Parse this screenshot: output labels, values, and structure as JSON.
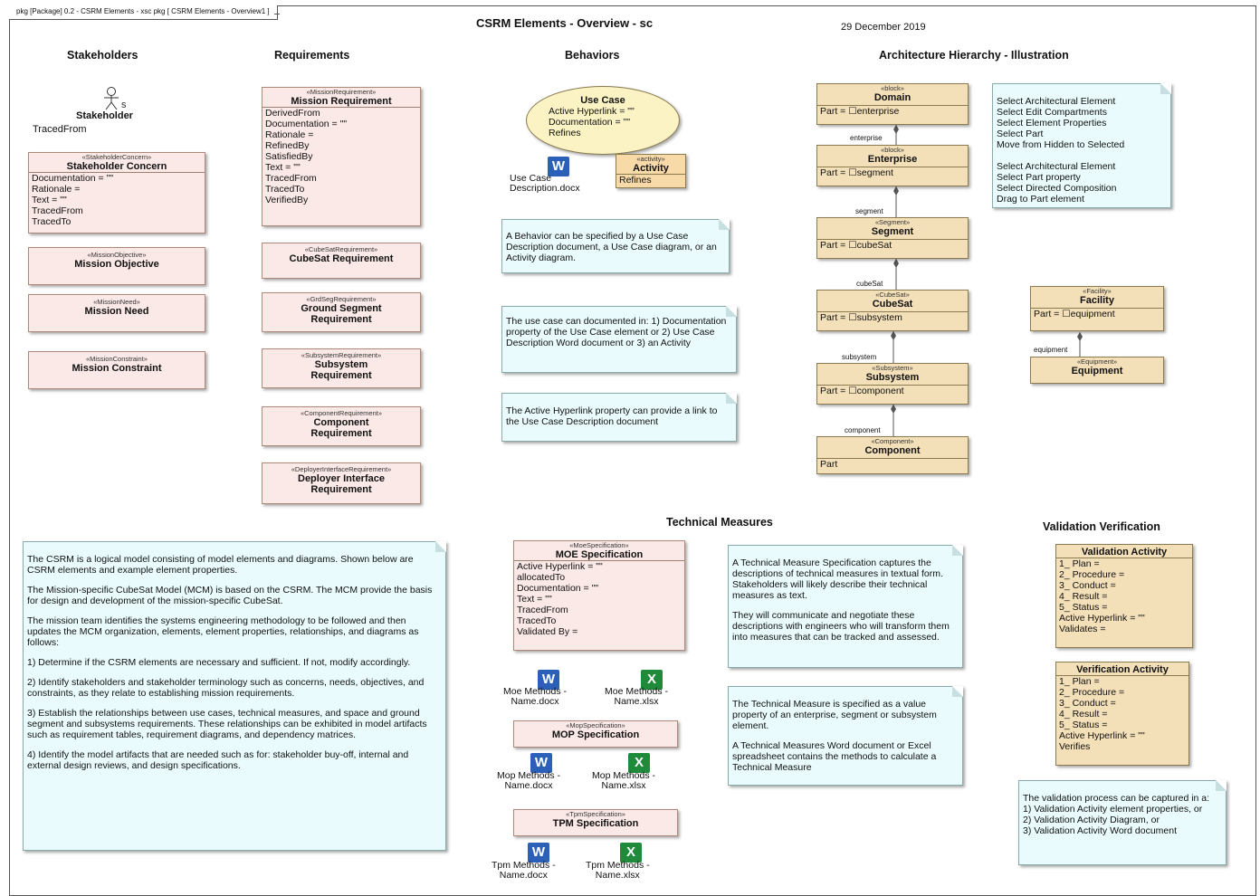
{
  "frame_tab": "pkg [Package] 0.2 - CSRM Elements - xsc pkg [ CSRM Elements - Overview1 ]",
  "title": "CSRM Elements - Overview - sc",
  "date": "29 December 2019",
  "columns": {
    "stakeholders": "Stakeholders",
    "requirements": "Requirements",
    "behaviors": "Behaviors",
    "architecture": "Architecture Hierarchy - Illustration",
    "technical_measures": "Technical Measures",
    "validation": "Validation Verification"
  },
  "stakeholder": {
    "name": "Stakeholder",
    "traced": "TracedFrom"
  },
  "stakeholder_concern": {
    "stereotype": "«StakeholderConcern»",
    "name": "Stakeholder Concern",
    "props": [
      "Documentation = \"\"",
      "Rationale =",
      "Text = \"\"",
      "TracedFrom",
      "TracedTo"
    ]
  },
  "mission_objective": {
    "stereotype": "«MissionObjective»",
    "name": "Mission Objective"
  },
  "mission_need": {
    "stereotype": "«MissionNeed»",
    "name": "Mission Need"
  },
  "mission_constraint": {
    "stereotype": "«MissionConstraint»",
    "name": "Mission Constraint"
  },
  "mission_requirement": {
    "stereotype": "«MissionRequirement»",
    "name": "Mission Requirement",
    "props": [
      "DerivedFrom",
      "Documentation = \"\"",
      "Rationale =",
      "RefinedBy",
      "SatisfiedBy",
      "Text = \"\"",
      "TracedFrom",
      "TracedTo",
      "VerifiedBy"
    ]
  },
  "cubesat_requirement": {
    "stereotype": "«CubeSatRequirement»",
    "name": "CubeSat Requirement"
  },
  "ground_segment_requirement": {
    "stereotype": "«GrdSegRequirement»",
    "name1": "Ground Segment",
    "name2": "Requirement"
  },
  "subsystem_requirement": {
    "stereotype": "«SubsystemRequirement»",
    "name1": "Subsystem",
    "name2": "Requirement"
  },
  "component_requirement": {
    "stereotype": "«ComponentRequirement»",
    "name1": "Component",
    "name2": "Requirement"
  },
  "deployer_requirement": {
    "stereotype": "«DeployerInterfaceRequirement»",
    "name1": "Deployer Interface",
    "name2": "Requirement"
  },
  "use_case": {
    "name": "Use Case",
    "props": [
      "Active Hyperlink = \"\"",
      "Documentation = \"\"",
      "Refines"
    ]
  },
  "use_case_doc": {
    "line1": "Use Case",
    "line2": "Description.docx"
  },
  "activity": {
    "stereotype": "«activity»",
    "name": "Activity",
    "prop": "Refines"
  },
  "behavior_notes": [
    "A Behavior can be specified by a Use Case Description document, a Use Case diagram, or an Activity diagram.",
    "The use case can documented in: 1) Documentation property of the Use Case element or 2) Use Case Description Word document or 3) an Activity",
    "The Active Hyperlink property can provide a link to the Use Case Description document"
  ],
  "arch": {
    "domain": {
      "stereotype": "«block»",
      "name": "Domain",
      "part": "Part = ☐enterprise"
    },
    "enterprise": {
      "stereotype": "«block»",
      "name": "Enterprise",
      "part": "Part = ☐segment"
    },
    "segment": {
      "stereotype": "«Segment»",
      "name": "Segment",
      "part": "Part = ☐cubeSat"
    },
    "cubesat": {
      "stereotype": "«CubeSat»",
      "name": "CubeSat",
      "part": "Part = ☐subsystem"
    },
    "subsystem": {
      "stereotype": "«Subsystem»",
      "name": "Subsystem",
      "part": "Part = ☐component"
    },
    "component": {
      "stereotype": "«Component»",
      "name": "Component",
      "part": "Part"
    },
    "facility": {
      "stereotype": "«Facility»",
      "name": "Facility",
      "part": "Part = ☐equipment"
    },
    "equipment": {
      "stereotype": "«Equipment»",
      "name": "Equipment"
    },
    "connectors": {
      "enterprise": "enterprise",
      "segment": "segment",
      "cubesat": "cubeSat",
      "subsystem": "subsystem",
      "component": "component",
      "equipment": "equipment"
    }
  },
  "arch_instructions": [
    "Select Architectural Element",
    "Select Edit Compartments",
    "Select Element Properties",
    "Select Part",
    "Move from Hidden to Selected",
    "",
    "Select Architectural Element",
    "Select Part property",
    "Select Directed Composition",
    "Drag to Part element"
  ],
  "csrm_note": [
    "The CSRM is a logical model consisting of model elements and diagrams.  Shown below are CSRM elements and example element properties.",
    "The Mission-specific CubeSat Model (MCM) is based on the CSRM.  The MCM provide the basis for design and development of the mission-specific CubeSat.",
    "The mission team identifies the systems engineering methodology to be followed and then updates the MCM organization, elements, element properties, relationships, and diagrams as follows:",
    "1) Determine if the CSRM elements are necessary and sufficient.  If not, modify accordingly.",
    "2) Identify stakeholders and stakeholder terminology such as concerns, needs, objectives, and constraints, as they relate to establishing mission requirements.",
    "3) Establish the relationships between use cases, technical measures, and space and ground segment and subsystems requirements.  These relationships can be exhibited in model artifacts such as requirement tables, requirement diagrams, and dependency matrices.",
    "4) Identify the model artifacts that are needed such as for: stakeholder buy-off, internal and external design reviews, and design specifications."
  ],
  "moe": {
    "stereotype": "«MoeSpecification»",
    "name": "MOE Specification",
    "props": [
      "Active Hyperlink = \"\"",
      "allocatedTo",
      "Documentation = \"\"",
      "Text = \"\"",
      "TracedFrom",
      "TracedTo",
      "Validated By ="
    ]
  },
  "moe_files": {
    "word1": "Moe Methods -",
    "word2": "Name.docx",
    "excel1": "Moe Methods -",
    "excel2": "Name.xlsx"
  },
  "mop": {
    "stereotype": "«MopSpecification»",
    "name": "MOP Specification"
  },
  "mop_files": {
    "word1": "Mop Methods -",
    "word2": "Name.docx",
    "excel1": "Mop Methods -",
    "excel2": "Name.xlsx"
  },
  "tpm": {
    "stereotype": "«TpmSpecification»",
    "name": "TPM Specification"
  },
  "tpm_files": {
    "word1": "Tpm Methods -",
    "word2": "Name.docx",
    "excel1": "Tpm Methods -",
    "excel2": "Name.xlsx"
  },
  "tm_notes": {
    "a1": "A Technical Measure Specification captures the descriptions of technical measures in textual form.  Stakeholders will likely describe their technical measures as text.",
    "a2": "They will communicate and negotiate these descriptions with engineers who will transform them into measures that can be tracked and assessed.",
    "b1": "The Technical Measure is specified as a value property of an enterprise, segment or subsystem element.",
    "b2": "A Technical Measures Word document or Excel spreadsheet contains the methods to calculate a Technical Measure"
  },
  "validation_activity": {
    "name": "Validation Activity",
    "props": [
      "1_ Plan =",
      "2_ Procedure =",
      "3_ Conduct =",
      "4_ Result =",
      "5_ Status =",
      "Active Hyperlink = \"\"",
      "Validates ="
    ]
  },
  "verification_activity": {
    "name": "Verification Activity",
    "props": [
      "1_ Plan =",
      "2_ Procedure =",
      "3_ Conduct =",
      "4_ Result =",
      "5_ Status =",
      "Active Hyperlink = \"\"",
      "Verifies"
    ]
  },
  "validation_note": [
    "The validation process can be captured in a:",
    "1) Validation Activity element properties, or",
    "2) Validation Activity Diagram, or",
    "3) Validation Activity Word document"
  ],
  "icons": {
    "word": "W",
    "excel": "X"
  }
}
